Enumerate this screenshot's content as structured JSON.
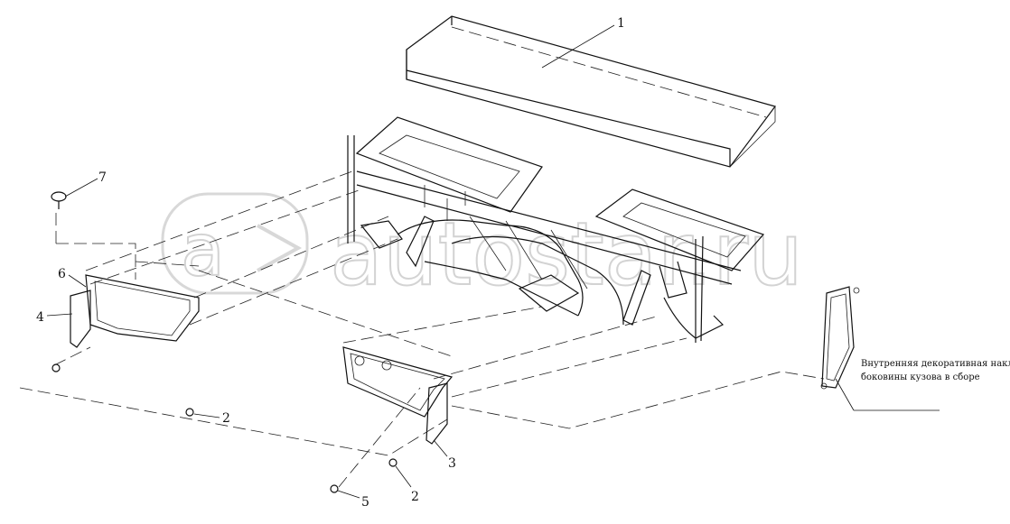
{
  "watermark": "autostar.ru",
  "callouts": {
    "c1": "1",
    "c2a": "2",
    "c2b": "2",
    "c3": "3",
    "c4": "4",
    "c5": "5",
    "c6": "6",
    "c7": "7"
  },
  "note": {
    "line1": "Внутренняя декоративная накладка",
    "line2": "боковины кузова в сборе"
  }
}
